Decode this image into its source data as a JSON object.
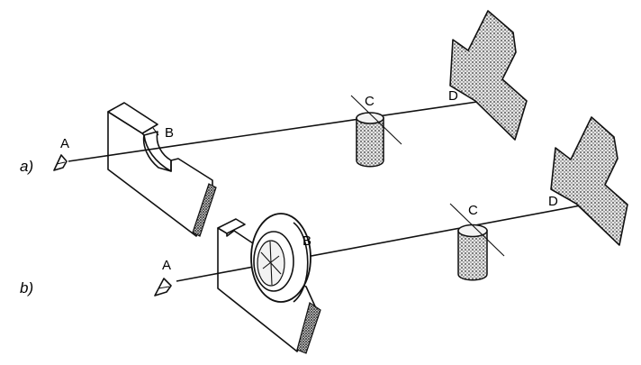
{
  "panels": [
    {
      "caption": "a)",
      "points": {
        "eye": "A",
        "aperture": "B",
        "rod": "C",
        "target": "D"
      }
    },
    {
      "caption": "b)",
      "points": {
        "eye": "A",
        "aperture": "B",
        "rod": "C",
        "target": "D"
      }
    }
  ],
  "colors": {
    "ink": "#111111",
    "shading": "#9a9a9a",
    "background": "#ffffff"
  }
}
